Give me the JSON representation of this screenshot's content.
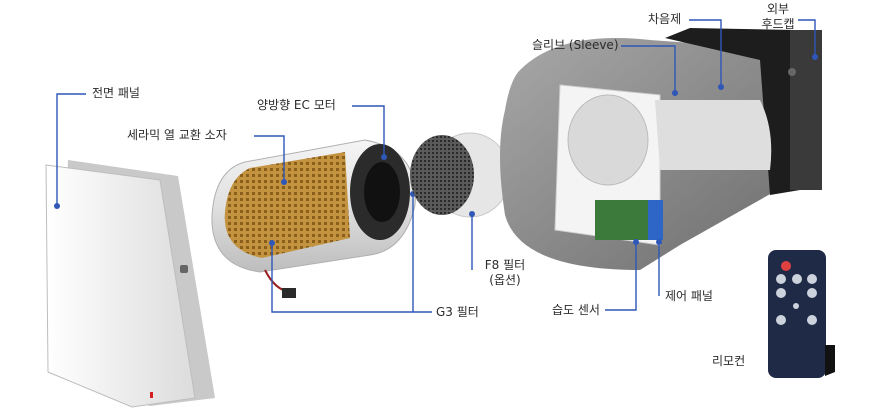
{
  "labels": {
    "front_panel": "전면 패널",
    "ec_motor": "양방향 EC 모터",
    "ceramic_exchanger": "세라믹 열 교환 소자",
    "g3_filter": "G3 필터",
    "f8_filter_line1": "F8 필터",
    "f8_filter_line2": "(옵션)",
    "sleeve": "슬리브 (Sleeve)",
    "sound_absorber": "차음제",
    "outer_hood_line1": "외부",
    "outer_hood_line2": "후드캡",
    "humidity_sensor": "습도 센서",
    "control_panel": "제어 패널",
    "remote": "리모컨"
  },
  "colors": {
    "leader_line": "#2f57b8",
    "panel_white": "#f2f2f2",
    "concrete": "#8f8f8f",
    "remote_body": "#1f2b46",
    "heat_exchanger": "#b8892f"
  }
}
